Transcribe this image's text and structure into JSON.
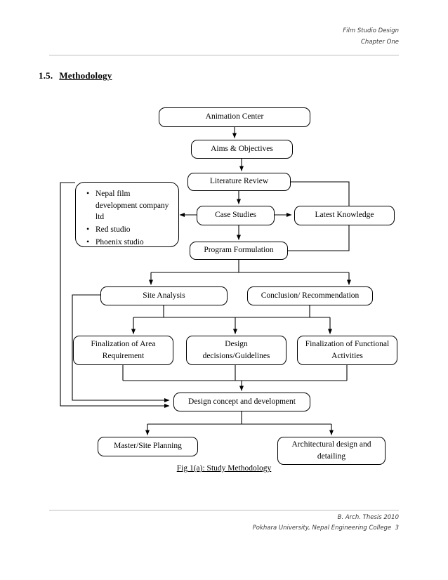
{
  "header": {
    "line1": "Film Studio Design",
    "line2": "Chapter One"
  },
  "footer": {
    "line1": "B. Arch. Thesis 2010",
    "line2": "Pokhara University, Nepal Engineering College  3"
  },
  "section": {
    "number": "1.5.",
    "title": "Methodology"
  },
  "figure": {
    "caption_prefix": "Fig 1(a): Study Methodology",
    "nodes": {
      "animation_center": "Animation Center",
      "aims_objectives": "Aims & Objectives",
      "literature_review": "Literature Review",
      "case_studies": "Case Studies",
      "latest_knowledge": "Latest Knowledge",
      "program_formulation": "Program Formulation",
      "site_analysis": "Site Analysis",
      "conclusion_recommendation": "Conclusion/ Recommendation",
      "finalization_area": "Finalization of Area Requirement",
      "design_decisions": "Design decisions/Guidelines",
      "finalization_functional": "Finalization of Functional Activities",
      "design_concept": "Design concept and development",
      "master_site_planning": "Master/Site Planning",
      "architectural_design": "Architectural design and detailing"
    },
    "case_study_list": [
      "Nepal film development company ltd",
      "Red studio",
      "Phoenix studio"
    ],
    "line_color": "#000000"
  }
}
